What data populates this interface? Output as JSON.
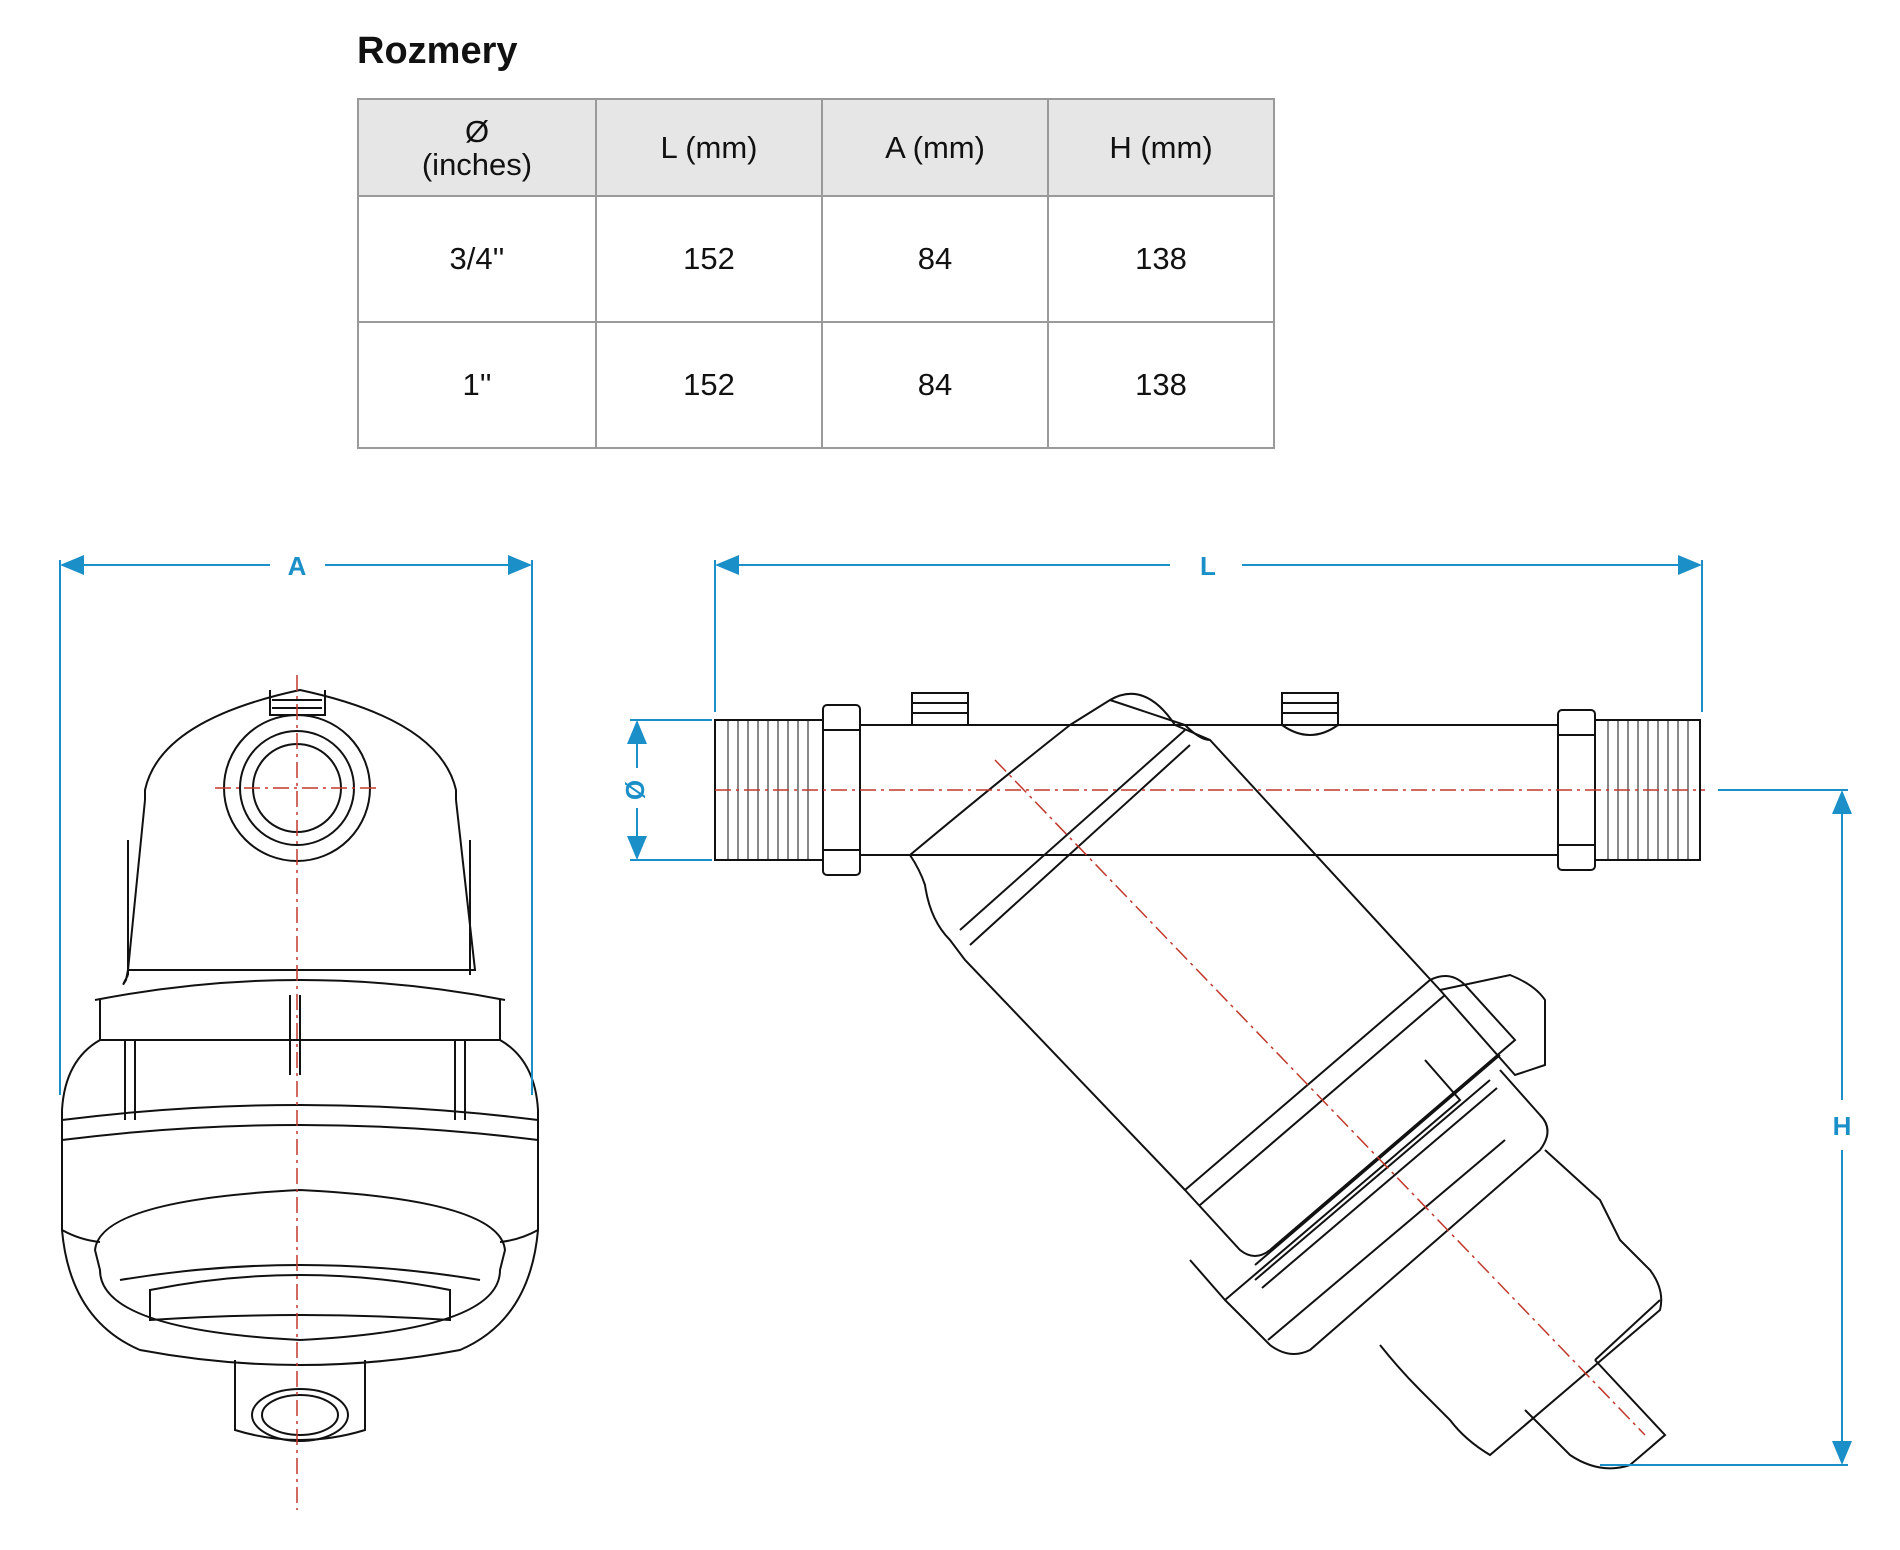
{
  "title": "Rozmery",
  "table": {
    "headers": [
      {
        "line1": "Ø",
        "line2": "(inches)"
      },
      {
        "line1": "L (mm)",
        "line2": ""
      },
      {
        "line1": "A (mm)",
        "line2": ""
      },
      {
        "line1": "H (mm)",
        "line2": ""
      }
    ],
    "rows": [
      [
        "3/4''",
        "152",
        "84",
        "138"
      ],
      [
        "1''",
        "152",
        "84",
        "138"
      ]
    ]
  },
  "dimensions": {
    "front_width": "A",
    "length": "L",
    "diameter": "Ø",
    "height": "H"
  },
  "colors": {
    "dimension_line": "#1b8fc7",
    "center_line": "#c0392b",
    "outline": "#111111",
    "table_header_bg": "#e6e6e6",
    "table_border": "#9a9a9a"
  }
}
